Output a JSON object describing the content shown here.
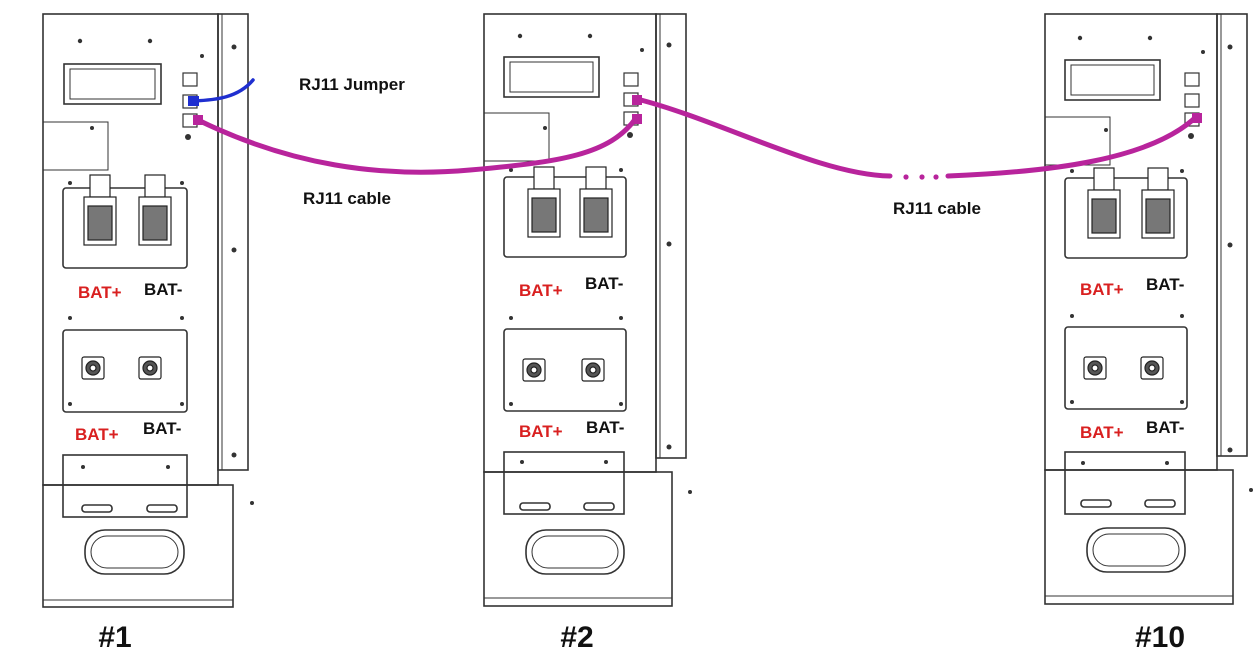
{
  "labels": {
    "jumper": "RJ11 Jumper",
    "cable_1": "RJ11 cable",
    "cable_2": "RJ11 cable"
  },
  "units": [
    {
      "id": "#1",
      "top_pos": "BAT+",
      "top_neg": "BAT-",
      "bot_pos": "BAT+",
      "bot_neg": "BAT-"
    },
    {
      "id": "#2",
      "top_pos": "BAT+",
      "top_neg": "BAT-",
      "bot_pos": "BAT+",
      "bot_neg": "BAT-"
    },
    {
      "id": "#10",
      "top_pos": "BAT+",
      "top_neg": "BAT-",
      "bot_pos": "BAT+",
      "bot_neg": "BAT-"
    }
  ],
  "colors": {
    "cable": "#b8249c",
    "jumper": "#1f2fd0",
    "positive_label": "#d92020",
    "negative_label": "#111111",
    "outline": "#333333"
  }
}
